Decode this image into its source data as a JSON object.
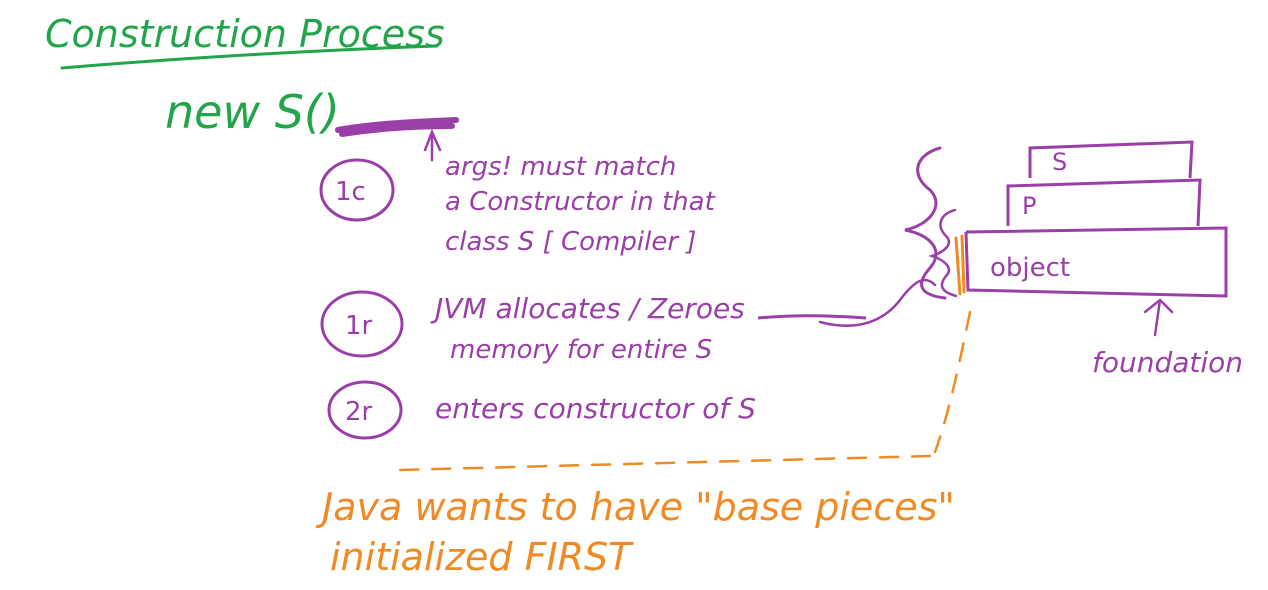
{
  "title": "Construction Process",
  "expression": "new S()",
  "colors": {
    "green": "#22a54a",
    "purple": "#9b3fa8",
    "orange": "#f08a24"
  },
  "steps": [
    {
      "marker": "1c",
      "lines": [
        "args! must match",
        "a Constructor in that",
        "class S [ Compiler ]"
      ]
    },
    {
      "marker": "1r",
      "lines": [
        "JVM allocates / Zeroes",
        "memory for entire S"
      ]
    },
    {
      "marker": "2r",
      "lines": [
        "enters constructor of S"
      ]
    }
  ],
  "stack": {
    "layers": [
      "S",
      "P",
      "object"
    ],
    "foundation_label": "foundation"
  },
  "note": {
    "line1": "Java wants to have \"base pieces\"",
    "line2": "initialized FIRST"
  }
}
